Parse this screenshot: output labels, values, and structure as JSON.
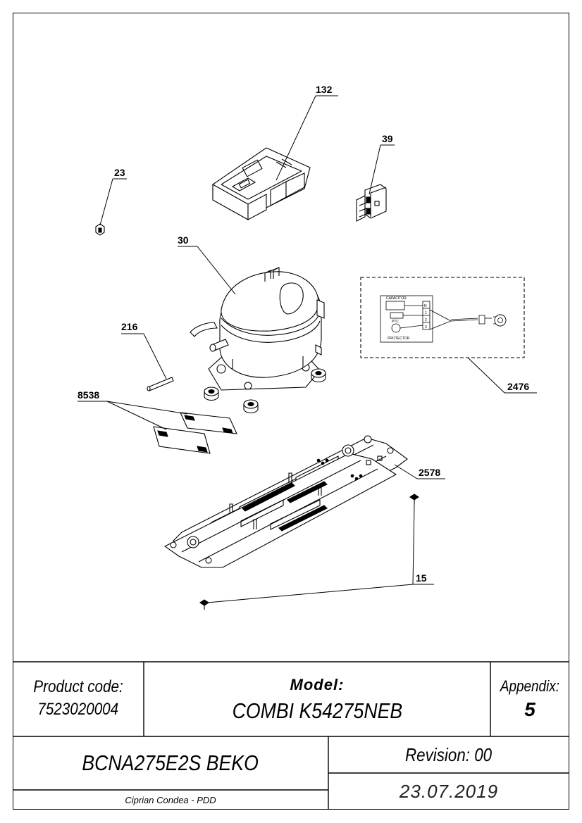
{
  "callouts": {
    "c132": "132",
    "c39": "39",
    "c23": "23",
    "c30": "30",
    "c216": "216",
    "c2476": "2476",
    "c8538": "8538",
    "c2578": "2578",
    "c15": "15"
  },
  "wiring_labels": {
    "capacitor": "CAPACITOR",
    "ptc": "PTC",
    "protector": "PROTECTOR",
    "terminal_n": "N",
    "terminal_1": "1",
    "terminal_2": "2",
    "terminal_3": "3"
  },
  "title_block": {
    "product_code_label": "Product code:",
    "product_code": "7523020004",
    "model_label": "Model:",
    "model": "COMBI K54275NEB",
    "appendix_label": "Appendix:",
    "appendix": "5",
    "part_name": "BCNA275E2S BEKO",
    "revision": "Revision: 00",
    "author": "Ciprian Condea - PDD",
    "date": "23.07.2019"
  }
}
